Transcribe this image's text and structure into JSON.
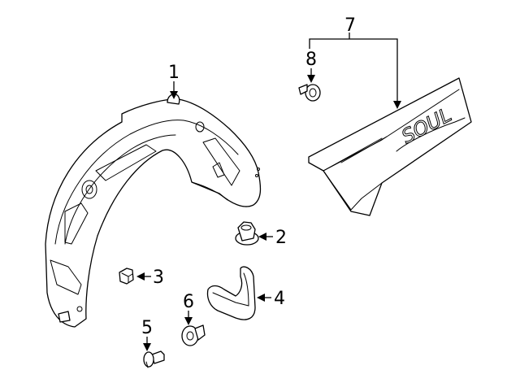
{
  "callouts": [
    {
      "id": "1",
      "label": "1"
    },
    {
      "id": "2",
      "label": "2"
    },
    {
      "id": "3",
      "label": "3"
    },
    {
      "id": "4",
      "label": "4"
    },
    {
      "id": "5",
      "label": "5"
    },
    {
      "id": "6",
      "label": "6"
    },
    {
      "id": "7",
      "label": "7"
    },
    {
      "id": "8",
      "label": "8"
    }
  ],
  "emblem_text": "SOUL"
}
